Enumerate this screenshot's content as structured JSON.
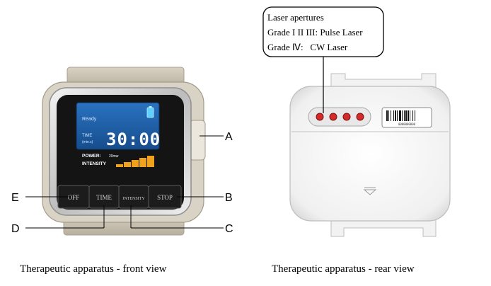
{
  "front": {
    "screen": {
      "status": "Ready",
      "time_label": "TIME",
      "time_unit": "(min.s)",
      "time_value": "30:00",
      "power_label": "POWER:",
      "power_value": "20mw",
      "intensity_label": "INTENSITY",
      "intensity_level_fraction": 0.6
    },
    "buttons": {
      "off": "OFF",
      "time": "TIME",
      "intensity": "INTENSITY",
      "stop": "STOP"
    },
    "callouts": {
      "a": "A",
      "b": "B",
      "c": "C",
      "d": "D",
      "e": "E"
    },
    "caption": "Therapeutic apparatus - front view"
  },
  "rear": {
    "callout": {
      "line1": "Laser apertures",
      "line2": "Grade I II III: Pulse Laser",
      "line3": "Grade Ⅳ:   CW Laser"
    },
    "barcode_number": "0000000000",
    "caption": "Therapeutic apparatus - rear view"
  },
  "colors": {
    "screen_blue": "#1d5fa8",
    "intensity_orange": "#f0a21c",
    "laser_red": "#d42a2a",
    "battery_cyan": "#5fd0ff"
  }
}
